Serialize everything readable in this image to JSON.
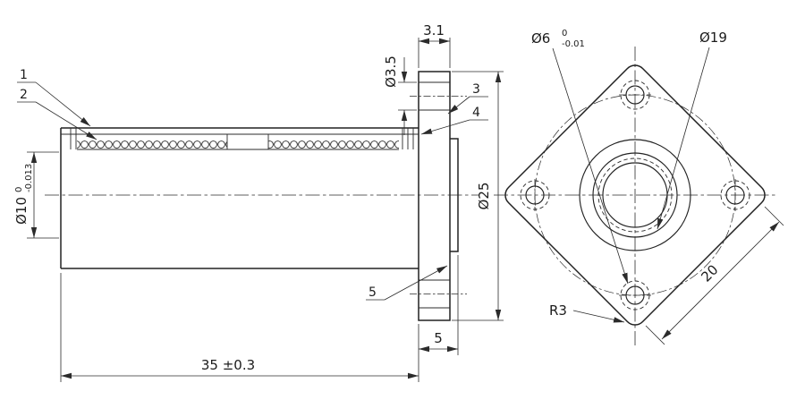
{
  "colors": {
    "line": "#222222",
    "background": "#ffffff"
  },
  "side": {
    "balloons": {
      "n1": "1",
      "n2": "2",
      "n3": "3",
      "n4": "4",
      "n5": "5"
    },
    "dims": {
      "plate_thickness": "3.1",
      "bolt_hole_dia": "Ø3.5",
      "bore_dia": "Ø10",
      "bore_tol_upper": "0",
      "bore_tol_lower": "-0.013",
      "flange_dia": "Ø25",
      "pilot_length": "5",
      "overall_length": "35 ±0.3"
    }
  },
  "front": {
    "dims": {
      "cbore_dia": "Ø6",
      "cbore_tol_upper": "0",
      "cbore_tol_lower": "-0.01",
      "circle_dia": "Ø19",
      "square_size": "20",
      "corner_radius": "R3"
    }
  }
}
